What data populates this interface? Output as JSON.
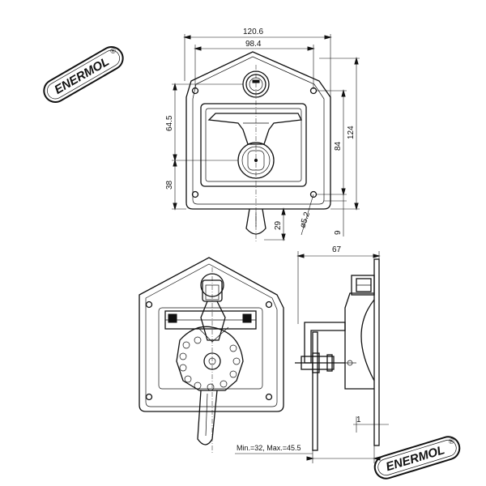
{
  "brand": {
    "logo_text": "ENERMOL",
    "registered_mark": "®"
  },
  "front_view": {
    "dimensions": {
      "overall_width": "120.6",
      "hole_spacing": "98.4",
      "overall_height": "124",
      "hole_vertical": "84",
      "upper_height": "64.5",
      "lower_height": "38",
      "tab_length": "29",
      "hole_diameter": "ø5.2",
      "edge_offset": "9"
    }
  },
  "side_view": {
    "dimensions": {
      "depth": "67",
      "thickness": "1",
      "grip_range": "Min.=32, Max.=45.5"
    }
  }
}
